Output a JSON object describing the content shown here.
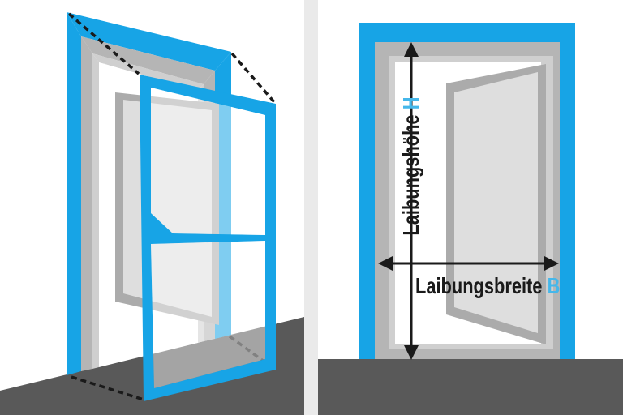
{
  "labels": {
    "height": {
      "text": "Laibungshöhe",
      "symbol": "H"
    },
    "width": {
      "text": "Laibungsbreite",
      "symbol": "B"
    }
  },
  "colors": {
    "blue": "#17A4E6",
    "symbol_blue": "#45B7EA",
    "frame_gray": "#B5B5B5",
    "light_gray": "#CFCFCF",
    "door_edge": "#ABABAB",
    "door_face": "#DEDEDE",
    "floor": "#595959",
    "divider": "#EAEAEA",
    "line": "#1A1A1A",
    "wall": "#FFFFFF"
  }
}
